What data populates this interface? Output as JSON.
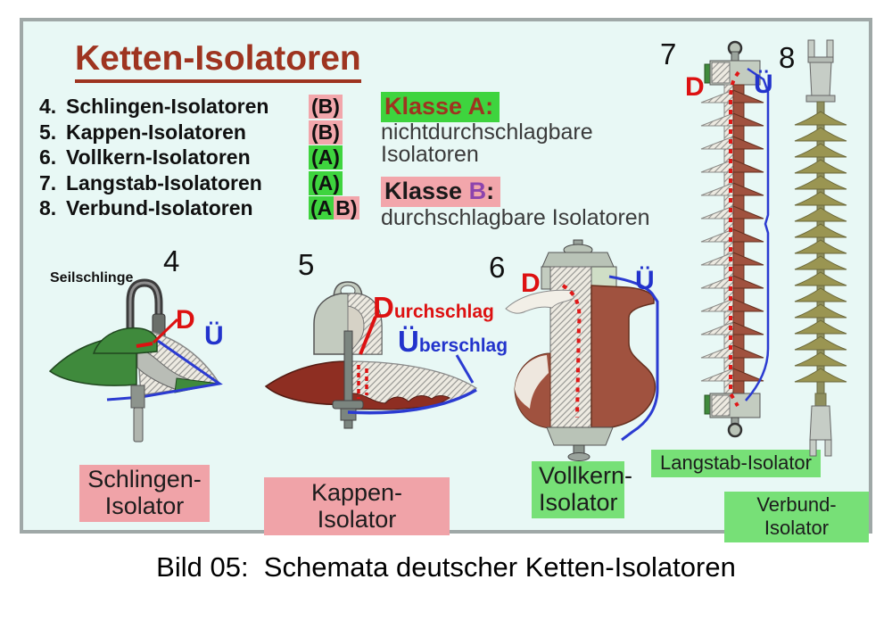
{
  "title": "Ketten-Isolatoren",
  "list": {
    "items": [
      {
        "num": "4.",
        "name": "Schlingen-Isolatoren",
        "badge": "(B)"
      },
      {
        "num": "5.",
        "name": "Kappen-Isolatoren",
        "badge": "(B)"
      },
      {
        "num": "6.",
        "name": "Vollkern-Isolatoren",
        "badge": "(A)"
      },
      {
        "num": "7.",
        "name": "Langstab-Isolatoren",
        "badge": "(A)"
      },
      {
        "num": "8.",
        "name": "Verbund-Isolatoren",
        "badge_a": "(A",
        "badge_b": "B)"
      }
    ]
  },
  "classes": {
    "a_label": "Klasse A:",
    "a_desc_line1": "nichtdurchschlagbare",
    "a_desc_line2": "Isolatoren",
    "b_word": "Klasse ",
    "b_letter": "B",
    "b_colon": ":",
    "b_desc": "durchschlagbare Isolatoren"
  },
  "figures": {
    "fig4": {
      "num": "4",
      "seilschlinge": "Seilschlinge",
      "d": "D",
      "u": "Ü",
      "label_line1": "Schlingen-",
      "label_line2": "Isolator"
    },
    "fig5": {
      "num": "5",
      "d_initial": "D",
      "d_rest": "urchschlag",
      "u_initial": "Ü",
      "u_rest": "berschlag",
      "label": "Kappen-Isolator"
    },
    "fig6": {
      "num": "6",
      "d": "D",
      "u": "Ü",
      "label_line1": "Vollkern-",
      "label_line2": "Isolator"
    },
    "fig7": {
      "num": "7",
      "d": "D",
      "u": "Ü",
      "label": "Langstab-Isolator"
    },
    "fig8": {
      "num": "8",
      "label": "Verbund-Isolator"
    }
  },
  "caption": "Bild 05:  Schemata deutscher Ketten-Isolatoren",
  "colors": {
    "title_red": "#9e3420",
    "highlight_green": "#3ed43e",
    "highlight_pink": "#f2a6ab",
    "label_box_green": "#77e077",
    "label_box_pink": "#f0a3a8",
    "annotation_red": "#dd1111",
    "annotation_blue": "#2233cc",
    "board_background": "#e8f8f5",
    "board_border": "#9fa8a7"
  }
}
